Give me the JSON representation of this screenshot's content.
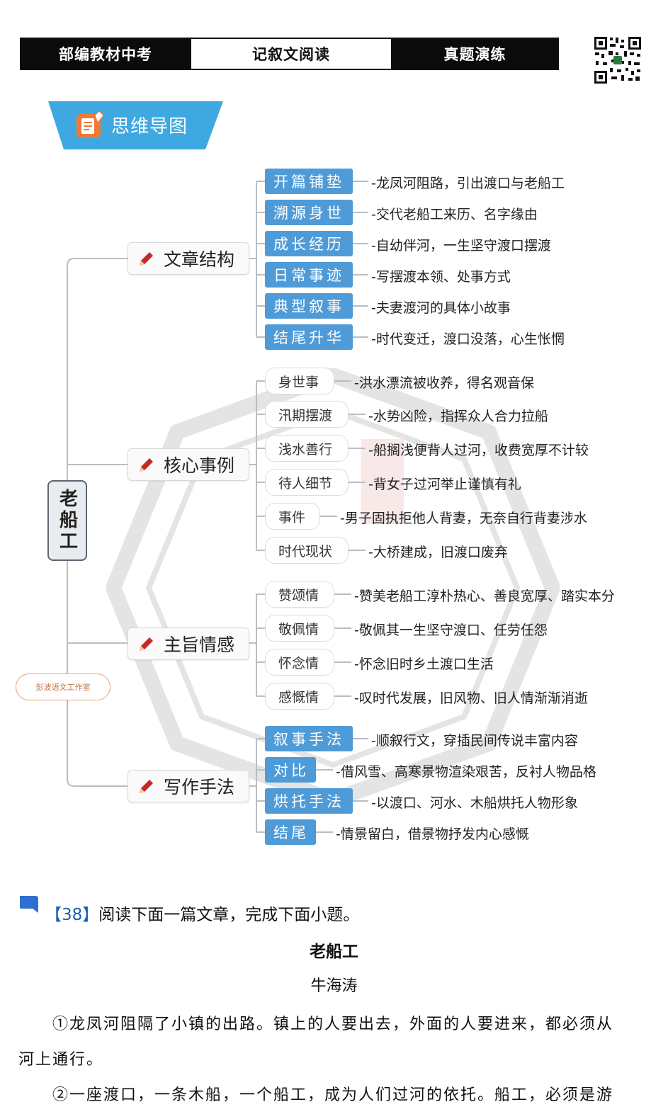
{
  "header": {
    "left": "部编教材中考",
    "center": "记叙文阅读",
    "right": "真题演练"
  },
  "banner": {
    "label": "思维导图"
  },
  "root": {
    "label": "老船工"
  },
  "studio": {
    "label": "彭波语文工作室"
  },
  "categories": [
    {
      "label": "文章结构",
      "items": [
        {
          "tag": "开篇铺垫",
          "desc": "-龙凤河阻路，引出渡口与老船工"
        },
        {
          "tag": "溯源身世",
          "desc": "-交代老船工来历、名字缘由"
        },
        {
          "tag": "成长经历",
          "desc": "-自幼伴河，一生坚守渡口摆渡"
        },
        {
          "tag": "日常事迹",
          "desc": "-写摆渡本领、处事方式"
        },
        {
          "tag": "典型叙事",
          "desc": "-夫妻渡河的具体小故事"
        },
        {
          "tag": "结尾升华",
          "desc": "-时代变迁，渡口没落，心生怅惘"
        }
      ]
    },
    {
      "label": "核心事例",
      "items": [
        {
          "tag": "身世事",
          "desc": "-洪水漂流被收养，得名观音保"
        },
        {
          "tag": "汛期摆渡",
          "desc": "-水势凶险，指挥众人合力拉船"
        },
        {
          "tag": "浅水善行",
          "desc": "-船搁浅便背人过河，收费宽厚不计较"
        },
        {
          "tag": "待人细节",
          "desc": "-背女子过河举止谨慎有礼"
        },
        {
          "tag": "事件",
          "desc": "-男子固执拒他人背妻，无奈自行背妻涉水"
        },
        {
          "tag": "时代现状",
          "desc": "-大桥建成，旧渡口废弃"
        }
      ]
    },
    {
      "label": "主旨情感",
      "items": [
        {
          "tag": "赞颂情",
          "desc": "-赞美老船工淳朴热心、善良宽厚、踏实本分"
        },
        {
          "tag": "敬佩情",
          "desc": "-敬佩其一生坚守渡口、任劳任怨"
        },
        {
          "tag": "怀念情",
          "desc": "-怀念旧时乡土渡口生活"
        },
        {
          "tag": "感慨情",
          "desc": "-叹时代发展，旧风物、旧人情渐渐消逝"
        }
      ]
    },
    {
      "label": "写作手法",
      "items": [
        {
          "tag": "叙事手法",
          "desc": "-顺叙行文，穿插民间传说丰富内容"
        },
        {
          "tag": "对比",
          "desc": "-借风雪、高寒景物渲染艰苦，反衬人物品格"
        },
        {
          "tag": "烘托手法",
          "desc": "-以渡口、河水、木船烘托人物形象"
        },
        {
          "tag": "结尾",
          "desc": "-情景留白，借景物抒发内心感慨"
        }
      ]
    }
  ],
  "question": {
    "number": "【38】",
    "text": "阅读下面一篇文章，完成下面小题。"
  },
  "article": {
    "title": "老船工",
    "author": "牛海涛",
    "para1_line1": "①龙凤河阻隔了小镇的出路。镇上的人要出去，外面的人要进来，都必须从",
    "para1_line2": "河上通行。",
    "para2_line1": "②一座渡口，一条木船，一个船工，成为人们过河的依托。船工，必须是游"
  },
  "colors": {
    "tag_blue": "#4e9bd8",
    "banner_blue": "#3ea9e0",
    "pen_red": "#c62828",
    "question_number": "#1a5fb4"
  }
}
